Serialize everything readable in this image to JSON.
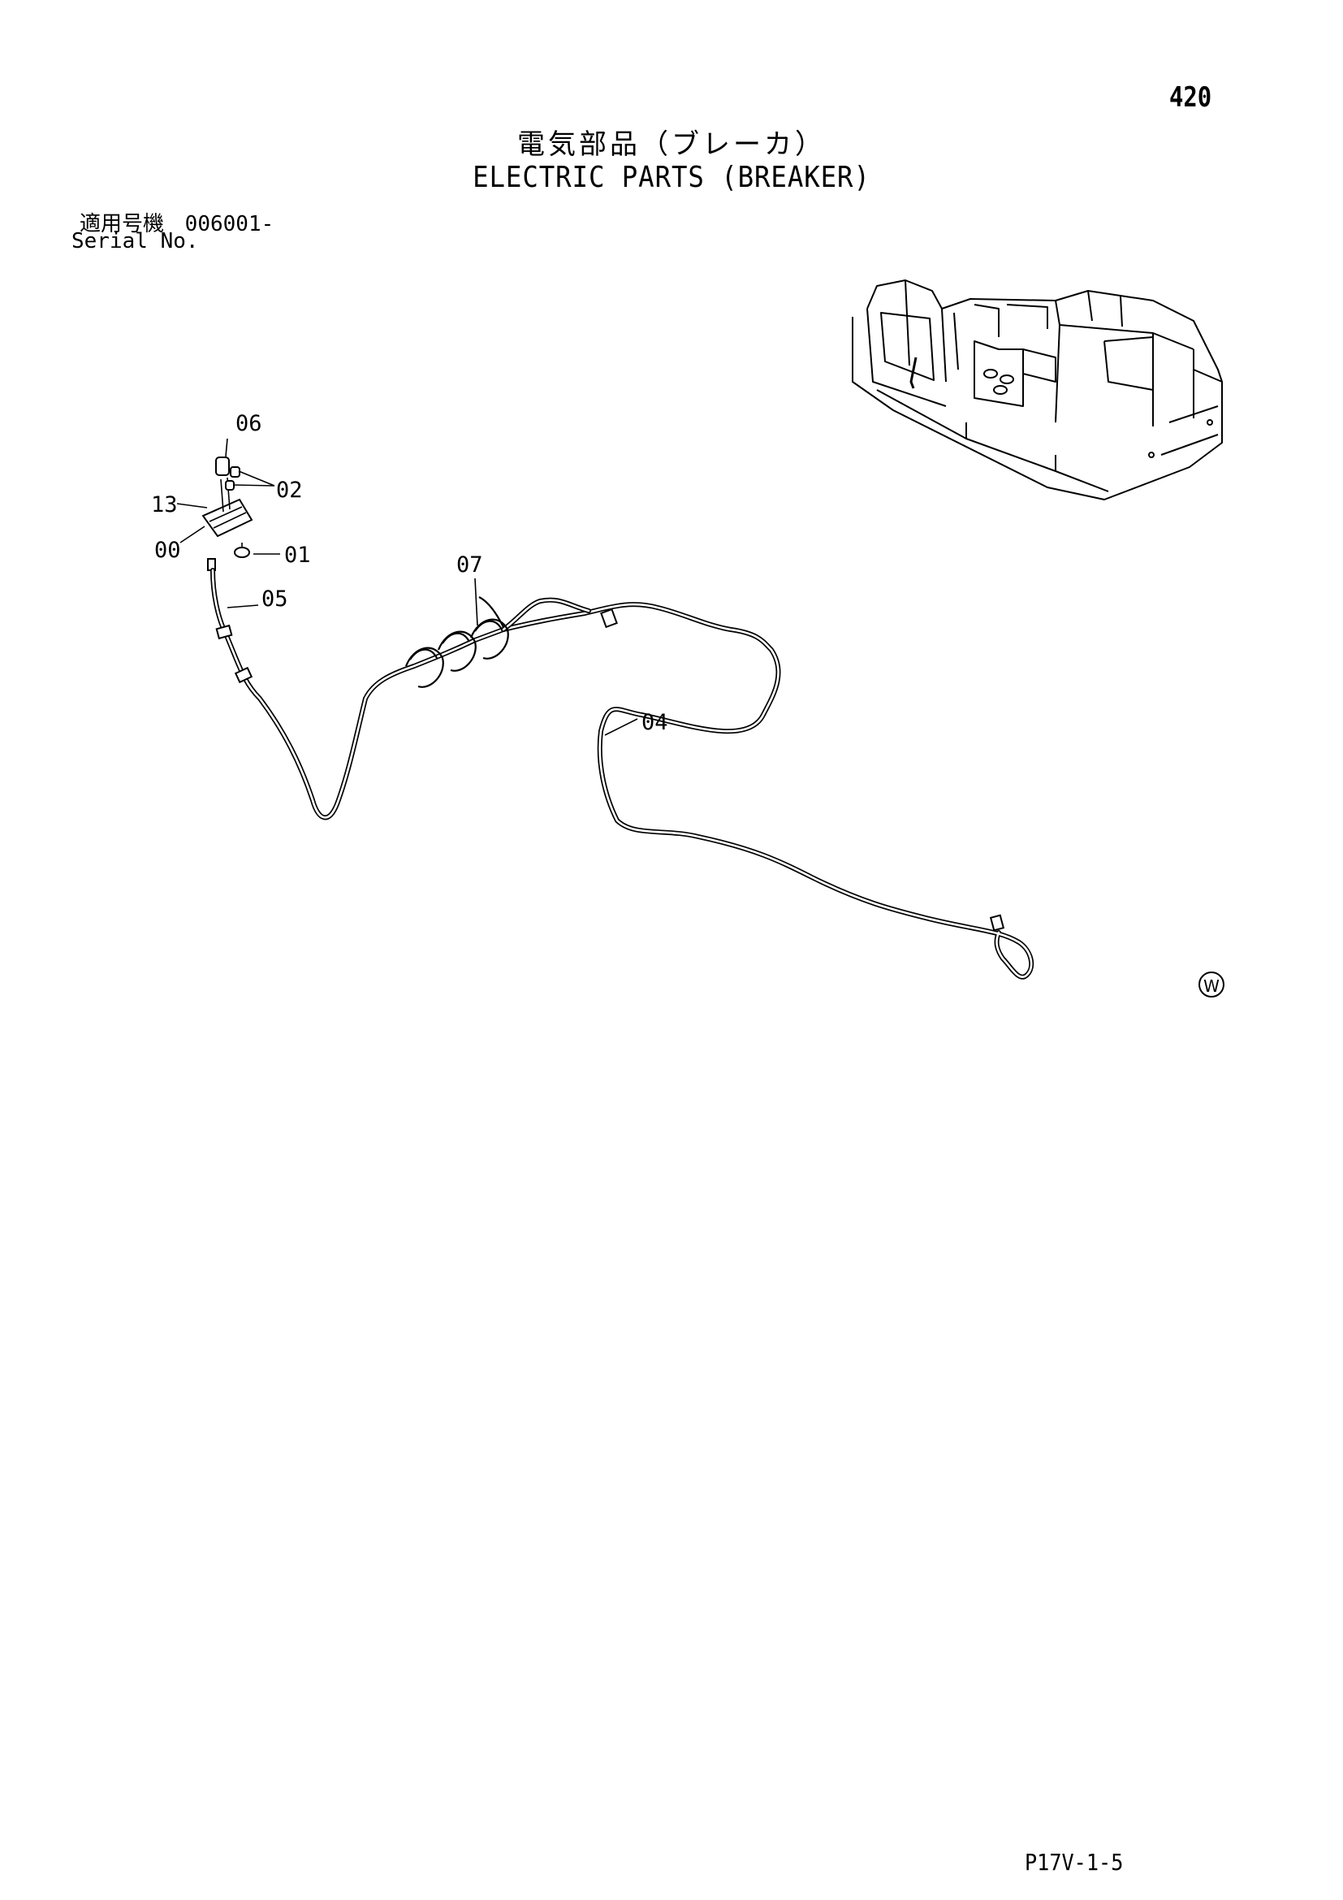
{
  "page_number": "420",
  "title_jp": "電気部品（ブレーカ）",
  "title_en": "ELECTRIC PARTS (BREAKER)",
  "serial": {
    "label_jp": "適用号機",
    "number": "006001-",
    "label_en": "Serial No."
  },
  "callouts": [
    {
      "id": "06",
      "label": "06"
    },
    {
      "id": "02",
      "label": "02"
    },
    {
      "id": "13",
      "label": "13"
    },
    {
      "id": "00",
      "label": "00"
    },
    {
      "id": "01",
      "label": "01"
    },
    {
      "id": "05",
      "label": "05"
    },
    {
      "id": "07",
      "label": "07"
    },
    {
      "id": "04",
      "label": "04"
    }
  ],
  "watermark_symbol": "W",
  "footer_code": "P17V-1-5"
}
